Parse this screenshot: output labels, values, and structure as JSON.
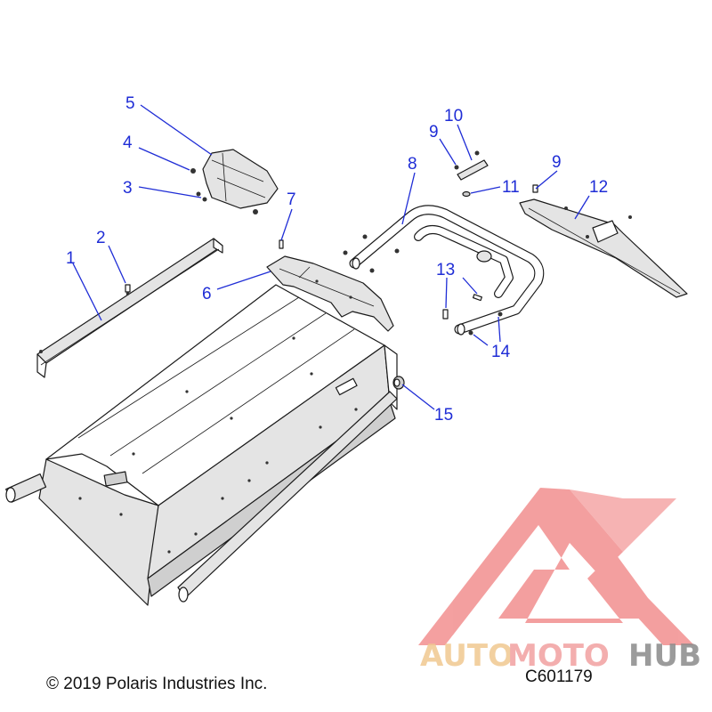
{
  "callouts": [
    {
      "id": "c1",
      "label": "1"
    },
    {
      "id": "c2",
      "label": "2"
    },
    {
      "id": "c3",
      "label": "3"
    },
    {
      "id": "c4",
      "label": "4"
    },
    {
      "id": "c5",
      "label": "5"
    },
    {
      "id": "c6",
      "label": "6"
    },
    {
      "id": "c7",
      "label": "7"
    },
    {
      "id": "c8",
      "label": "8"
    },
    {
      "id": "c9a",
      "label": "9"
    },
    {
      "id": "c9b",
      "label": "9"
    },
    {
      "id": "c10",
      "label": "10"
    },
    {
      "id": "c11",
      "label": "11"
    },
    {
      "id": "c12",
      "label": "12"
    },
    {
      "id": "c13",
      "label": "13"
    },
    {
      "id": "c14",
      "label": "14"
    },
    {
      "id": "c15",
      "label": "15"
    }
  ],
  "footer": {
    "copyright": "© 2019 Polaris Industries Inc.",
    "diagram_code": "C601179"
  },
  "watermark": {
    "part1": "AUTO",
    "part2": "MOTO",
    "part3": "HUB",
    "colors": {
      "auto": "#f0c890",
      "moto": "#f2a0a0",
      "hub": "#8a8a8a",
      "logo": "#f08080"
    }
  },
  "colors": {
    "callout": "#1f2dd6",
    "line": "#1a1a1a"
  }
}
